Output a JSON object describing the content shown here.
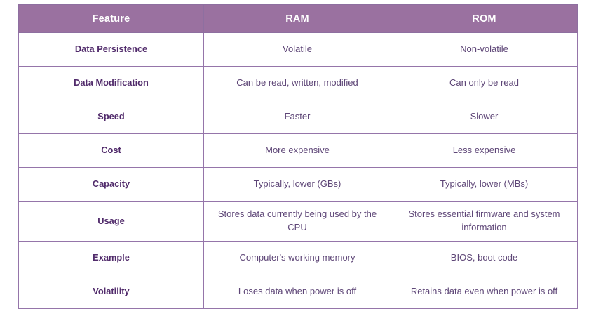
{
  "table": {
    "headers": [
      "Feature",
      "RAM",
      "ROM"
    ],
    "rows": [
      {
        "feature": "Data Persistence",
        "ram": "Volatile",
        "rom": "Non-volatile",
        "tall": false
      },
      {
        "feature": "Data Modification",
        "ram": "Can be read, written, modified",
        "rom": "Can only be read",
        "tall": false
      },
      {
        "feature": "Speed",
        "ram": "Faster",
        "rom": "Slower",
        "tall": false
      },
      {
        "feature": "Cost",
        "ram": "More expensive",
        "rom": "Less expensive",
        "tall": false
      },
      {
        "feature": "Capacity",
        "ram": "Typically, lower (GBs)",
        "rom": "Typically, lower (MBs)",
        "tall": false
      },
      {
        "feature": "Usage",
        "ram": "Stores data currently being used by the CPU",
        "rom": "Stores essential firmware and system information",
        "tall": true
      },
      {
        "feature": "Example",
        "ram": "Computer's working memory",
        "rom": "BIOS, boot code",
        "tall": false
      },
      {
        "feature": "Volatility",
        "ram": "Loses data when power is off",
        "rom": "Retains data even when power is off",
        "tall": false
      }
    ]
  },
  "colors": {
    "header_background": "#9A71A0",
    "header_text": "#FFFFFF",
    "border": "#9575AA",
    "outer_border": "#8E6FA0",
    "feature_text": "#512B6B",
    "body_text": "#5E4677",
    "page_background": "#FFFFFF"
  }
}
